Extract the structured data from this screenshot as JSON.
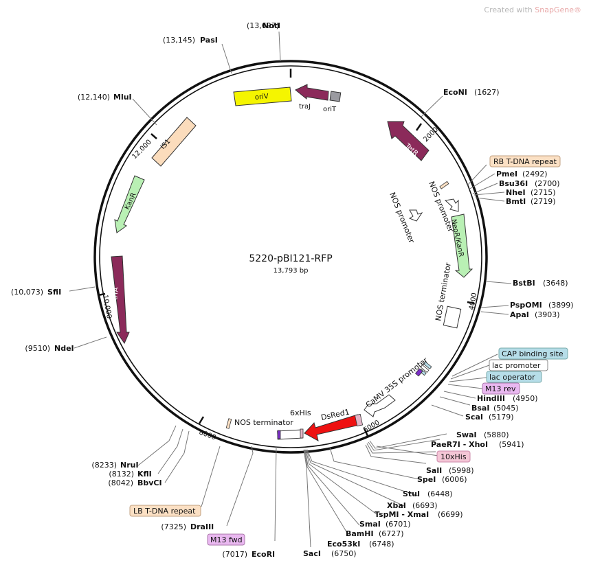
{
  "watermark": {
    "prefix": "Created with",
    "brand": "SnapGene®"
  },
  "plasmid": {
    "name": "5220-pBI121-RFP",
    "length_label": "13,793 bp"
  },
  "ticks": [
    "2000",
    "4000",
    "5000",
    "8000",
    "10,000",
    "12,000"
  ],
  "features": [
    {
      "label": "oriV",
      "color": "#f5f500"
    },
    {
      "label": "traJ",
      "color": "#8b2a5a"
    },
    {
      "label": "oriT",
      "color": "#9a9aa0"
    },
    {
      "label": "TetR",
      "color": "#8b2a5a"
    },
    {
      "label": "NeoR/KanR",
      "color": "#b9f0b4"
    },
    {
      "label": "NOS promoter"
    },
    {
      "label": "NOS promoter"
    },
    {
      "label": "NOS terminator"
    },
    {
      "label": "CaMV 35S promoter"
    },
    {
      "label": "DsRed1",
      "color": "#ee1111"
    },
    {
      "label": "6xHis"
    },
    {
      "label": "NOS terminator"
    },
    {
      "label": "trfA",
      "color": "#8b2a5a"
    },
    {
      "label": "KanR",
      "color": "#b9f0b4"
    },
    {
      "label": "IS1",
      "color": "#fbdcbc"
    }
  ],
  "sites": [
    {
      "name": "NotI",
      "pos": "(13,697)"
    },
    {
      "name": "PasI",
      "pos": "(13,145)"
    },
    {
      "name": "MluI",
      "pos": "(12,140)"
    },
    {
      "name": "SfiI",
      "pos": "(10,073)"
    },
    {
      "name": "NdeI",
      "pos": "(9510)"
    },
    {
      "name": "NruI",
      "pos": "(8233)"
    },
    {
      "name": "KflI",
      "pos": "(8132)"
    },
    {
      "name": "BbvCI",
      "pos": "(8042)"
    },
    {
      "name": "DraIII",
      "pos": "(7325)"
    },
    {
      "name": "EcoRI",
      "pos": "(7017)"
    },
    {
      "name": "SacI",
      "pos": "(6750)"
    },
    {
      "name": "Eco53kI",
      "pos": "(6748)"
    },
    {
      "name": "BamHI",
      "pos": "(6727)"
    },
    {
      "name": "SmaI",
      "pos": "(6701)"
    },
    {
      "name": "TspMI - XmaI",
      "pos": "(6699)"
    },
    {
      "name": "XbaI",
      "pos": "(6693)"
    },
    {
      "name": "StuI",
      "pos": "(6448)"
    },
    {
      "name": "SpeI",
      "pos": "(6006)"
    },
    {
      "name": "SalI",
      "pos": "(5998)"
    },
    {
      "name": "PaeR7I - XhoI",
      "pos": "(5941)"
    },
    {
      "name": "SwaI",
      "pos": "(5880)"
    },
    {
      "name": "ScaI",
      "pos": "(5179)"
    },
    {
      "name": "BsaI",
      "pos": "(5045)"
    },
    {
      "name": "HindIII",
      "pos": "(4950)"
    },
    {
      "name": "ApaI",
      "pos": "(3903)"
    },
    {
      "name": "PspOMI",
      "pos": "(3899)"
    },
    {
      "name": "BstBI",
      "pos": "(3648)"
    },
    {
      "name": "BmtI",
      "pos": "(2719)"
    },
    {
      "name": "NheI",
      "pos": "(2715)"
    },
    {
      "name": "Bsu36I",
      "pos": "(2700)"
    },
    {
      "name": "PmeI",
      "pos": "(2492)"
    },
    {
      "name": "EcoNI",
      "pos": "(1627)"
    }
  ],
  "boxed_labels": [
    {
      "text": "RB T-DNA repeat",
      "color": "#fbe0c4"
    },
    {
      "text": "CAP binding site",
      "color": "#b6dde8"
    },
    {
      "text": "lac promoter",
      "color": "#ffffff"
    },
    {
      "text": "lac operator",
      "color": "#b6dde8"
    },
    {
      "text": "M13 rev",
      "color": "#e9b8f0"
    },
    {
      "text": "10xHis",
      "color": "#f4c6d6"
    },
    {
      "text": "LB T-DNA repeat",
      "color": "#fbe0c4"
    },
    {
      "text": "M13 fwd",
      "color": "#e9b8f0"
    }
  ]
}
